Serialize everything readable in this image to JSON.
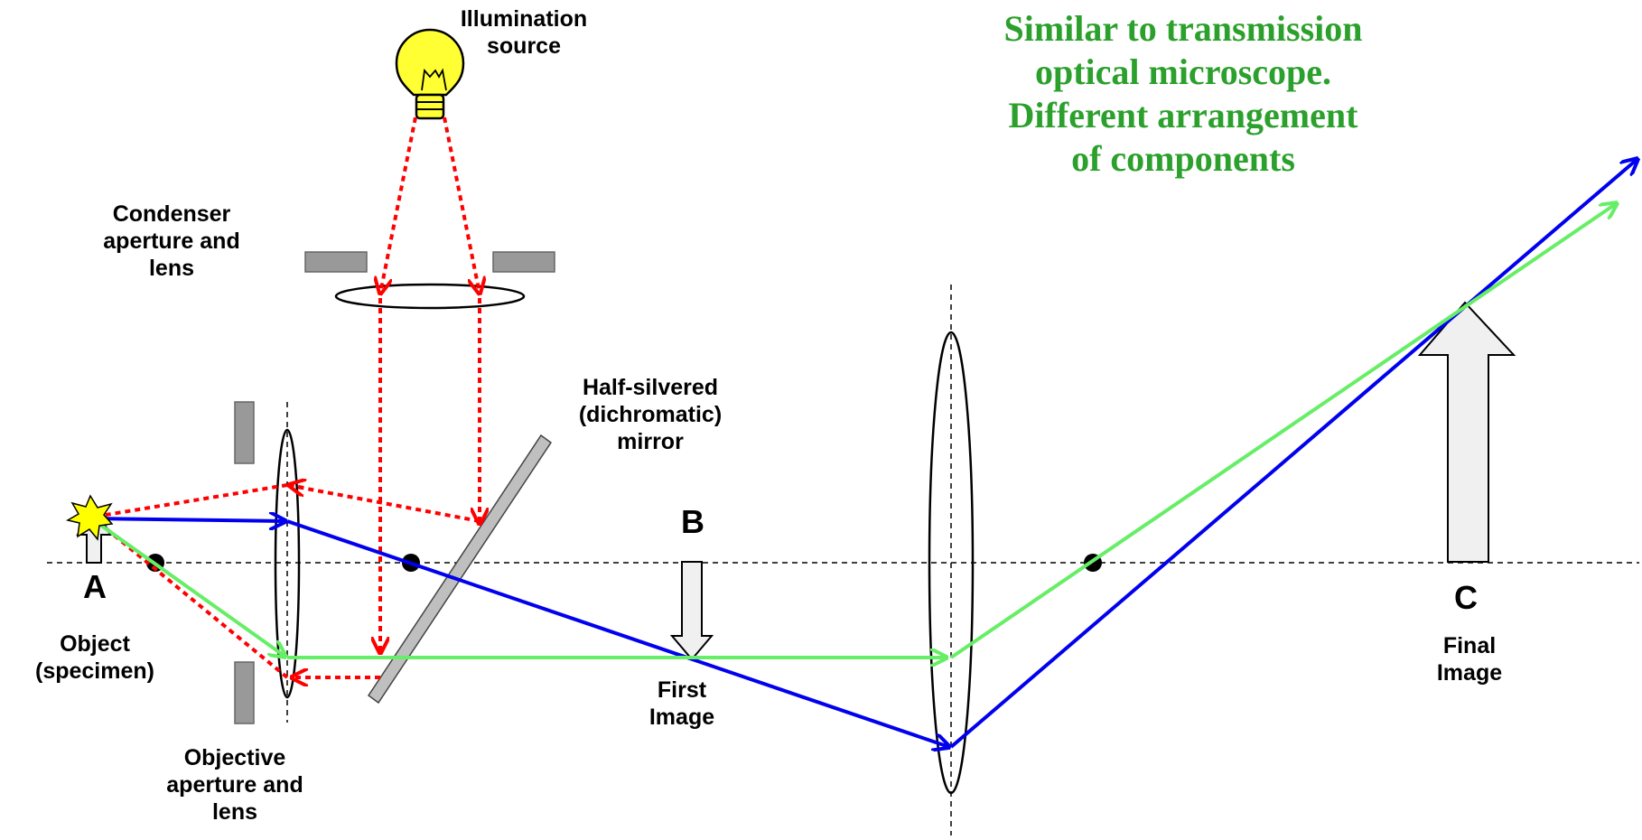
{
  "headline": "Similar to transmission\noptical microscope.\nDifferent arrangement\nof components",
  "labels": {
    "illumination_source": "Illumination\nsource",
    "condenser": "Condenser\naperture and\nlens",
    "half_silvered_mirror": "Half-silvered\n(dichromatic)\nmirror",
    "point_a": "A",
    "point_b": "B",
    "point_c": "C",
    "object": "Object\n(specimen)",
    "objective": "Objective\naperture and\nlens",
    "first_image": "First\nImage",
    "final_image": "Final\nImage"
  },
  "colors": {
    "headline": "#2ca02c",
    "illumination_ray": "#ff0000",
    "blue_ray": "#0000ee",
    "green_ray": "#66ee66",
    "bulb": "#ffff33",
    "aperture": "#999999",
    "mirror": "#bfbfbf",
    "image_arrow": "#f0f0f0",
    "star": "#ffff00"
  }
}
